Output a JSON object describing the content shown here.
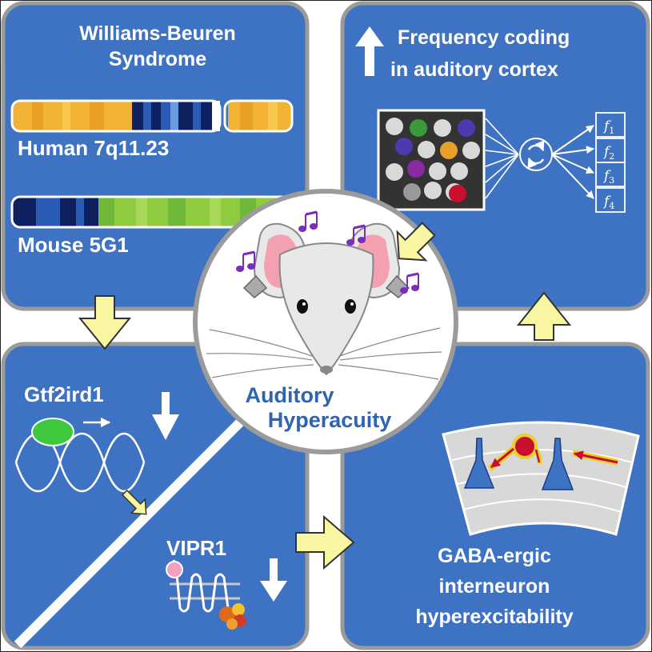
{
  "panels": {
    "top_left": {
      "title_line1": "Williams-Beuren",
      "title_line2": "Syndrome",
      "human_label": "Human 7q11.23",
      "mouse_label": "Mouse 5G1"
    },
    "top_right": {
      "title_line1": "Frequency coding",
      "title_line2": "in auditory cortex",
      "outputs": [
        "f",
        "f",
        "f",
        "f"
      ],
      "output_subscripts": [
        "1",
        "2",
        "3",
        "4"
      ]
    },
    "bottom_left": {
      "gene_label": "Gtf2ird1",
      "receptor_label": "VIPR1"
    },
    "bottom_right": {
      "line1": "GABA-ergic",
      "line2": "interneuron",
      "line3": "hyperexcitability"
    },
    "center": {
      "line1": "Auditory",
      "line2": "Hyperacuity"
    }
  },
  "colors": {
    "panel_blue": "#3e72c3",
    "panel_border": "#9b9b9b",
    "arrow_yellow": "#f8f6a0",
    "chromosome_orange": "#f2b233",
    "chromosome_navy": "#0f2060",
    "chromosome_green": "#8ecb3f",
    "center_text": "#2f63b4",
    "note_purple": "#7a2dbd"
  },
  "icons": [
    "up-arrow-icon",
    "down-arrow-icon",
    "music-note-icon",
    "mouse-head-icon",
    "neuron-icon",
    "cycle-icon"
  ]
}
